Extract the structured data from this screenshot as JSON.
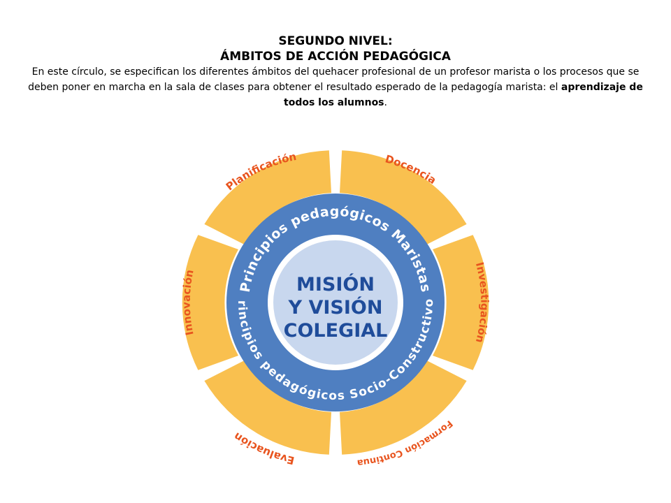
{
  "header": {
    "title_line1": "SEGUNDO NIVEL:",
    "title_line2": "ÁMBITOS DE ACCIÓN PEDAGÓGICA",
    "description_part1": "En este círculo, se especifican los diferentes ámbitos del quehacer profesional de un profesor marista o los procesos que se deben poner en marcha en la sala de clases para obtener el  resultado esperado de la pedagogía marista: el ",
    "description_bold": "aprendizaje de todos los alumnos",
    "description_end": "."
  },
  "diagram": {
    "center": {
      "line1": "MISIÓN",
      "line2": "Y VISIÓN",
      "line3": "COLEGIAL"
    },
    "middle_ring": {
      "top_label": "Principios pedagógicos Maristas",
      "bottom_label": "Principios pedagógicos Socio-Constructivos"
    },
    "outer_segments": [
      "Planificación",
      "Docencia",
      "Investigación",
      "Formación Continua",
      "Evaluación",
      "Innovación"
    ],
    "colors": {
      "segment_fill": "#F9C04F",
      "segment_text": "#E8541E",
      "middle_ring": "#4F7FC1",
      "middle_ring_text": "#FFFFFF",
      "inner_border": "#FFFFFF",
      "center_fill": "#C8D7EE",
      "center_text": "#1F4C9A"
    }
  }
}
